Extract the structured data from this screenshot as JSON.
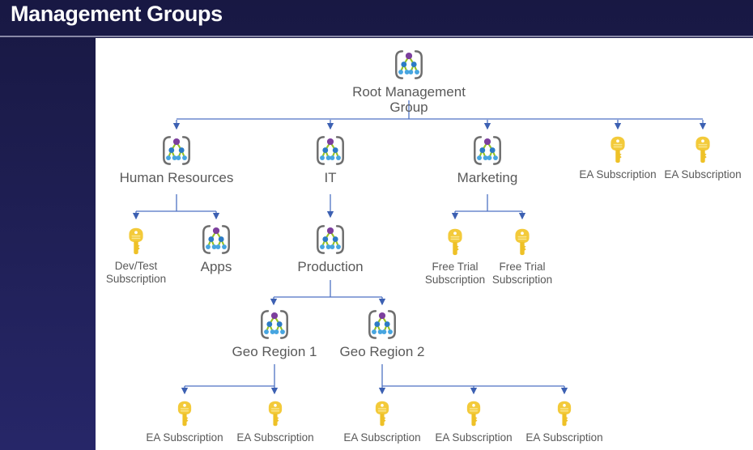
{
  "header": {
    "title": "Management Groups"
  },
  "diagram": {
    "root": {
      "label": "Root Management Group"
    },
    "level1": {
      "hr": {
        "label": "Human Resources"
      },
      "it": {
        "label": "IT"
      },
      "marketing": {
        "label": "Marketing"
      },
      "ea_sub_a": {
        "label": "EA Subscription"
      },
      "ea_sub_b": {
        "label": "EA Subscription"
      }
    },
    "hr_children": {
      "devtest": {
        "label": "Dev/Test Subscription"
      },
      "apps": {
        "label": "Apps"
      }
    },
    "it_children": {
      "production": {
        "label": "Production"
      }
    },
    "marketing_children": {
      "free_trial_a": {
        "label": "Free Trial Subscription"
      },
      "free_trial_b": {
        "label": "Free Trial Subscription"
      }
    },
    "production_children": {
      "geo1": {
        "label": "Geo Region 1"
      },
      "geo2": {
        "label": "Geo Region 2"
      }
    },
    "geo1_children": {
      "ea_a": {
        "label": "EA Subscription"
      },
      "ea_b": {
        "label": "EA Subscription"
      }
    },
    "geo2_children": {
      "ea_a": {
        "label": "EA Subscription"
      },
      "ea_b": {
        "label": "EA Subscription"
      },
      "ea_c": {
        "label": "EA Subscription"
      }
    },
    "colors": {
      "background_navy": "#1d1d4f",
      "panel_white": "#ffffff",
      "title_white": "#ffffff",
      "label_gray": "#595959",
      "connector_blue": "#4d72c3",
      "arrowhead_blue": "#3c60b2",
      "key_gold": "#f3ca3a",
      "key_gold_dark": "#eec127",
      "key_stripe": "#f9e58e",
      "mg_brace_gray": "#6e6e6e",
      "mg_top_purple": "#7c3f9d",
      "mg_mid_blue": "#2c7bc6",
      "mg_bottom_blue": "#47a5e0",
      "mg_edge_green": "#97c225"
    }
  }
}
